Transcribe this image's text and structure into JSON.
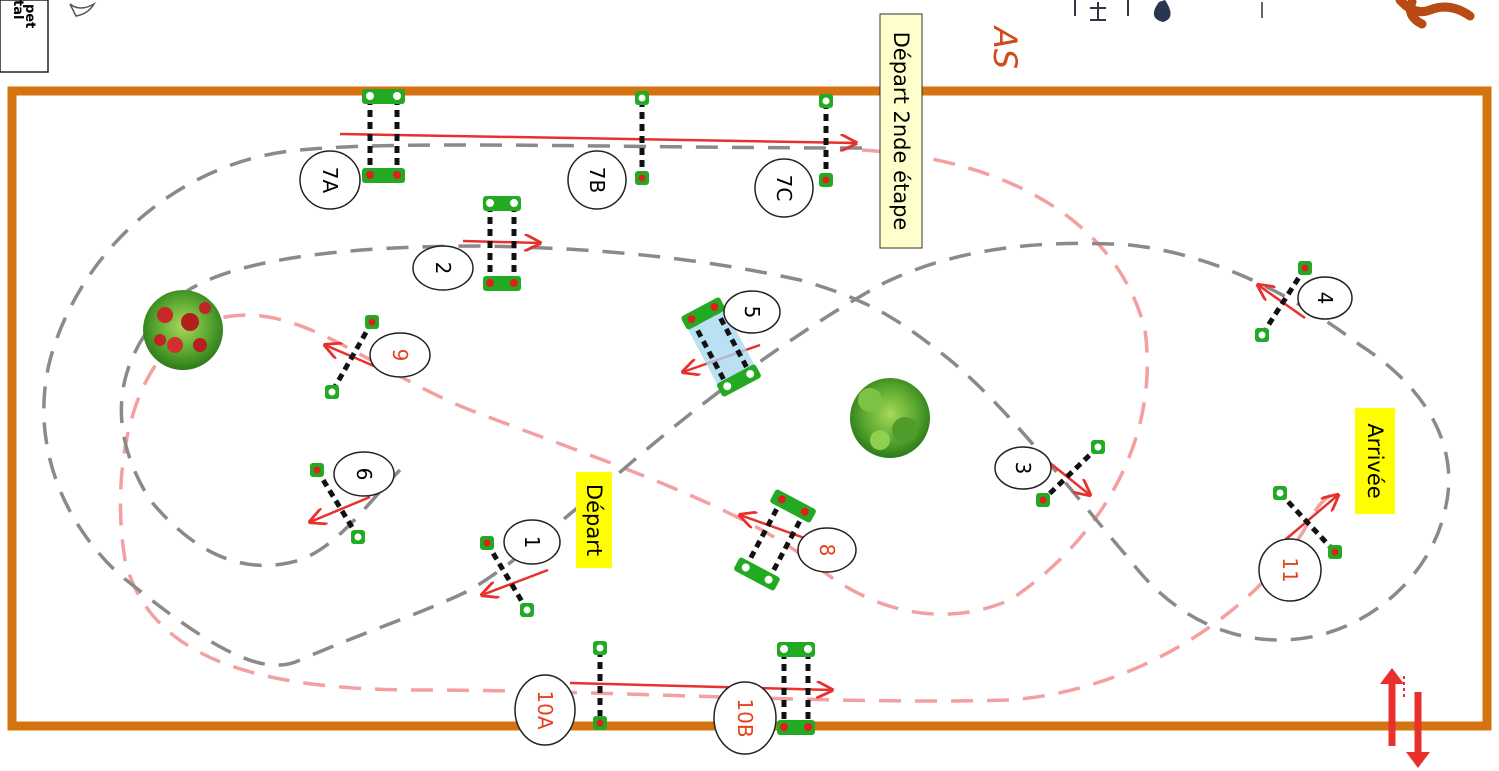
{
  "header": {
    "scribble_text": "AS",
    "corner_label_line1": "pet",
    "corner_label_line2": "tal"
  },
  "labels": {
    "depart": "Départ",
    "arrivee": "Arrivée",
    "depart_second": "Départ 2nde étape"
  },
  "obstacles": [
    {
      "id": "1",
      "color": "#000000"
    },
    {
      "id": "2",
      "color": "#000000"
    },
    {
      "id": "3",
      "color": "#000000"
    },
    {
      "id": "4",
      "color": "#000000"
    },
    {
      "id": "5",
      "color": "#000000"
    },
    {
      "id": "6",
      "color": "#000000"
    },
    {
      "id": "7A",
      "color": "#000000"
    },
    {
      "id": "7B",
      "color": "#000000"
    },
    {
      "id": "7C",
      "color": "#000000"
    },
    {
      "id": "8",
      "color": "#e8401c"
    },
    {
      "id": "9",
      "color": "#e8401c"
    },
    {
      "id": "10A",
      "color": "#e8401c"
    },
    {
      "id": "10B",
      "color": "#e8401c"
    },
    {
      "id": "11",
      "color": "#e8401c"
    }
  ],
  "colors": {
    "arena_border": "#d4730f",
    "route_first": "#8a8a8a",
    "route_second": "#f4a0a0",
    "direction_arrow": "#e8302c",
    "label_bg": "#ffff00",
    "label_bg_soft": "#ffffcc",
    "post": "#22aa22",
    "post_dot": "#e02020"
  }
}
